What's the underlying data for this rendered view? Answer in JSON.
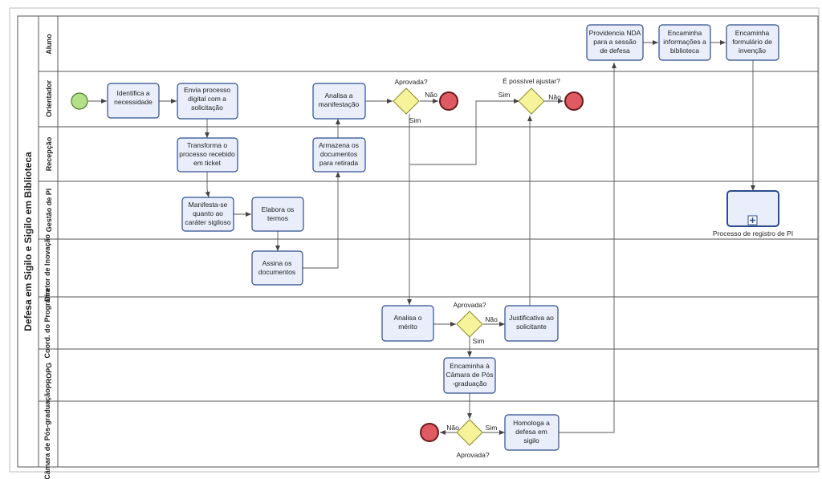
{
  "pool": {
    "title": "Defesa em Sigilo e Sigilo em Biblioteca"
  },
  "lanes": [
    {
      "id": "aluno",
      "label": "Aluno"
    },
    {
      "id": "orientador",
      "label": "Orientador"
    },
    {
      "id": "recepcao",
      "label": "Recepção"
    },
    {
      "id": "gestao",
      "label": "Gestão de PI"
    },
    {
      "id": "diretor",
      "label": "Diretor de Inovação"
    },
    {
      "id": "coord",
      "label": "Coord. do Programa"
    },
    {
      "id": "propg",
      "label": "PROPG"
    },
    {
      "id": "camara",
      "label": "Câmara de Pós-graduação"
    }
  ],
  "tasks": {
    "identifica": "Identifica a necessidade",
    "envia": "Envia processo digital com a solicitação",
    "transforma": "Transforma o processo recebido em ticket",
    "manifesta": "Manifesta-se quanto ao caráter sigiloso",
    "elabora": "Elabora os termos",
    "assina": "Assina os documentos",
    "armazena": "Armazena os documentos para retirada",
    "analisa_manifestacao": "Analisa a manifestação",
    "analisa_merito": "Analisa o mérito",
    "justificativa": "Justificativa ao solicitante",
    "encaminha_camara": "Encaminha à Câmara de Pós -graduação",
    "homologa": "Homologa a defesa em sigilo",
    "providencia": "Providencia NDA para a sessão de defesa",
    "encaminha_biblioteca": "Encaminha informações a biblioteca",
    "encaminha_formulario": "Encaminha formulário de invenção",
    "subprocesso": "Processo de registro de PI"
  },
  "gateways": {
    "aprovada_orientador": "Aprovada?",
    "ajustar": "É possível ajustar?",
    "aprovada_coord": "Aprovada?",
    "aprovada_camara": "Aprovada?"
  },
  "flow_labels": {
    "sim": "Sim",
    "nao": "Não"
  },
  "colors": {
    "task_fill": "#e9eefa",
    "task_stroke": "#2b4d8f",
    "start_fill": "#b5e08a",
    "end_fill": "#e05a63",
    "gateway_fill": "#f6f39a",
    "gateway_stroke": "#8a8a2a"
  }
}
